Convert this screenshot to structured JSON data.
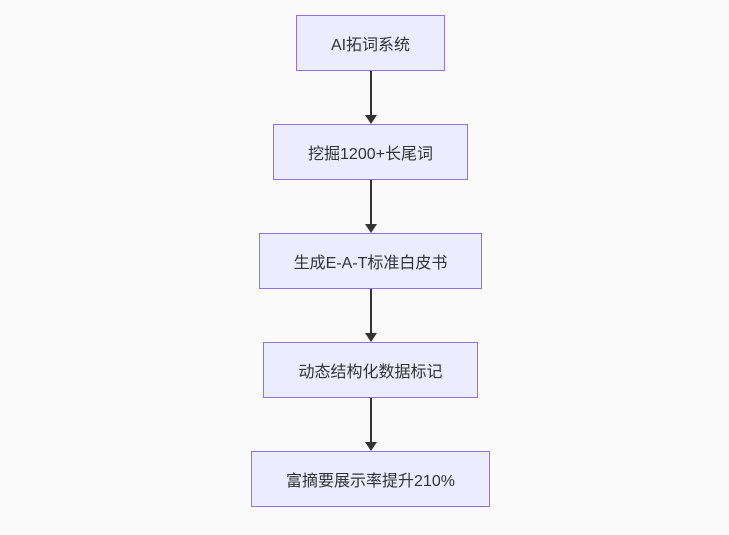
{
  "diagram": {
    "type": "flowchart",
    "direction": "top-down",
    "colors": {
      "background": "#fafafa",
      "node_fill": "#ECECFF",
      "node_border": "#9370DB",
      "node_text": "#333333",
      "edge": "#333333"
    },
    "nodes": [
      {
        "label": "AI拓词系统"
      },
      {
        "label": "挖掘1200+长尾词"
      },
      {
        "label": "生成E-A-T标准白皮书"
      },
      {
        "label": "动态结构化数据标记"
      },
      {
        "label": "富摘要展示率提升210%"
      }
    ],
    "edges": [
      {
        "from": 0,
        "to": 1
      },
      {
        "from": 1,
        "to": 2
      },
      {
        "from": 2,
        "to": 3
      },
      {
        "from": 3,
        "to": 4
      }
    ]
  }
}
